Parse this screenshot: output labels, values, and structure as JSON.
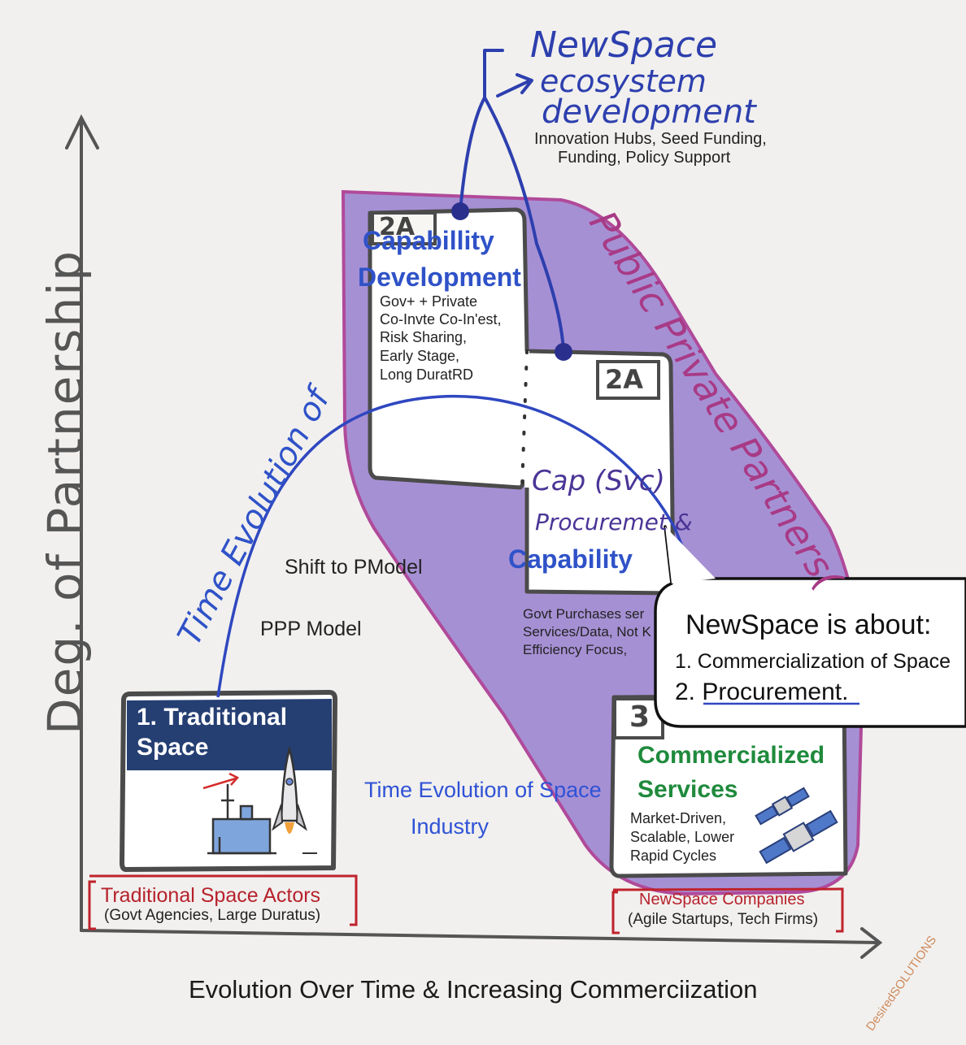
{
  "axes": {
    "y_label": "Deg. of Partnership",
    "x_label": "Evolution Over Time & Increasing Commerciization"
  },
  "newspace_ecosystem": {
    "title_line1": "NewSpace",
    "title_line2": "ecosystem",
    "title_line3": "development",
    "detail_line1": "Innovation Hubs, Seed Funding,",
    "detail_line2": "Funding, Policy Support"
  },
  "ppp_region_label": "Public Private Partners(",
  "stage_2a_top": {
    "badge": "2A",
    "title_line1": "Capabillity",
    "title_line2": "Development",
    "detail_line1": "Gov+ + Private",
    "detail_line2": "Co-Invte Co-In'est,",
    "detail_line3": "Risk Sharing,",
    "detail_line4": "Early Stage,",
    "detail_line5": "Long DuratRD"
  },
  "stage_2a_mid": {
    "badge": "2A",
    "hand_line1": "Cap (Svc)",
    "hand_line2": "Procuremet &",
    "title": "Capability",
    "detail_line1": "Govt Purchases ser",
    "detail_line2": "Services/Data, Not K",
    "detail_line3": "Efficiency Focus,"
  },
  "stage_1": {
    "title_line1": "1. Traditional",
    "title_line2": "Space"
  },
  "stage_3": {
    "badge": "3",
    "title_line1": "Commercialized",
    "title_line2": "Services",
    "detail_line1": "Market-Driven,",
    "detail_line2": "Scalable, Lower",
    "detail_line3": "Rapid Cycles"
  },
  "curve": {
    "hand_label": "Time Evolution of",
    "shift_label": "Shift to PModel",
    "ppp_label": "PPP Model",
    "industry_line1": "Time Evolution of Space",
    "industry_line2": "Industry"
  },
  "callout": {
    "title": "NewSpace is about:",
    "item1": "1. Commercialization of Space",
    "item2_num": "2.",
    "item2_text": "Procurement",
    "item2_end": "."
  },
  "actors_traditional": {
    "line1": "Traditional Space Actors",
    "line2": "(Govt Agencies, Large Duratus)"
  },
  "actors_newspace": {
    "line1": "NewSpace Companies",
    "line2": "(Agile Startups, Tech Firms)"
  },
  "watermark": "DesiredSOLUTIONS",
  "colors": {
    "ppp_fill": "#9b82d0",
    "ppp_stroke": "#b04a9a",
    "traditional_header": "#253f73",
    "ink_blue": "#2d3fae",
    "commercial_green": "#1f8a3c",
    "actor_red": "#c0222c"
  }
}
